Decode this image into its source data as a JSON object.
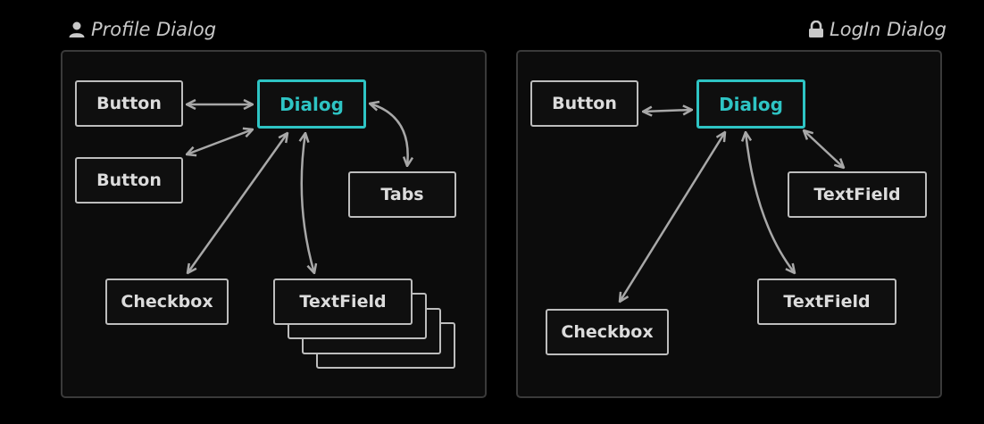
{
  "profile_dialog": {
    "caption": "Profile Dialog",
    "caption_icon": "user-icon",
    "hub": "Dialog",
    "button_1": "Button",
    "button_2": "Button",
    "tabs": "Tabs",
    "checkbox": "Checkbox",
    "textfield": "TextField"
  },
  "login_dialog": {
    "caption": "LogIn Dialog",
    "caption_icon": "lock-icon",
    "hub": "Dialog",
    "button": "Button",
    "textfield_1": "TextField",
    "checkbox": "Checkbox",
    "textfield_2": "TextField"
  },
  "colors": {
    "background": "#000000",
    "panel_border": "#3a3a3a",
    "node_border": "#bdbdbd",
    "hub_accent": "#2ec4c4",
    "arrow": "#a8a8a8"
  }
}
